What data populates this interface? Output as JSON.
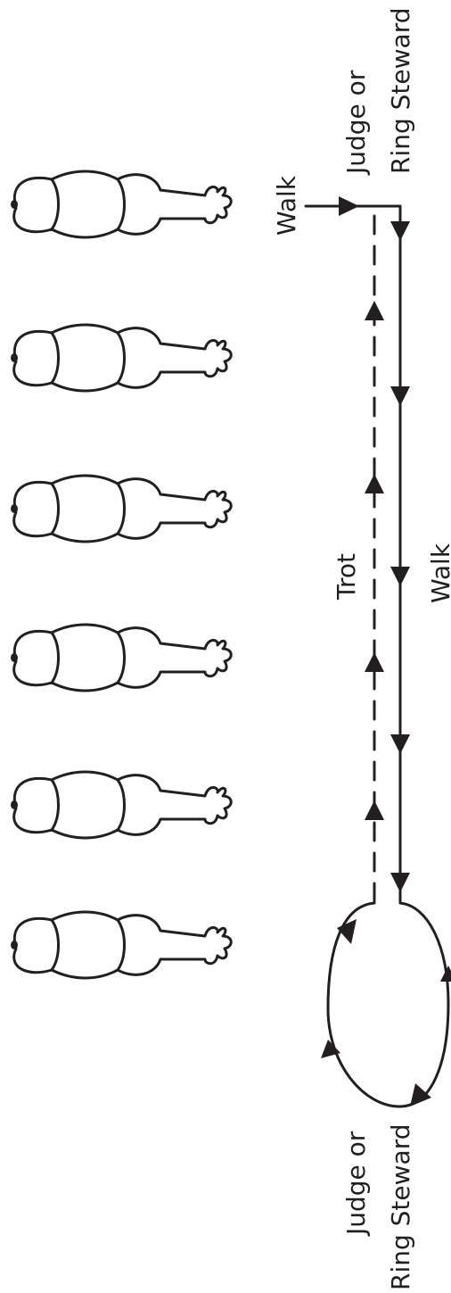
{
  "labels": {
    "top_station_line1": "Judge or",
    "top_station_line2": "Ring Steward",
    "bottom_station_line1": "Judge or",
    "bottom_station_line2": "Ring Steward",
    "walk_top": "Walk",
    "walk_right": "Walk",
    "trot": "Trot"
  },
  "animals": {
    "count": 6,
    "icon": "sheep-top-view-icon"
  },
  "colors": {
    "ink": "#231f20",
    "background": "#ffffff"
  }
}
